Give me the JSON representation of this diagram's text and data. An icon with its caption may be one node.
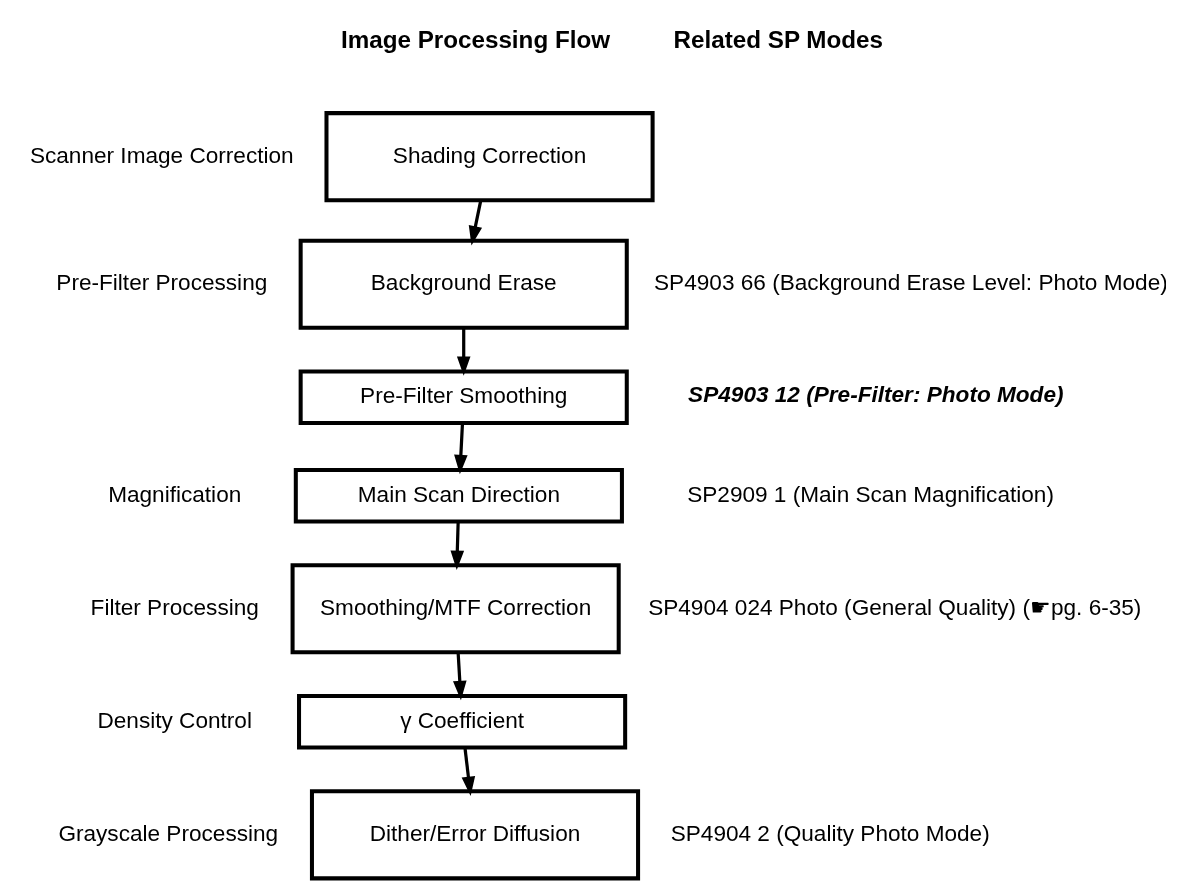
{
  "diagram": {
    "nodes": [
      {
        "text": [
          "Shading Correction"
        ],
        "beside": [
          "Scanner Image Correction"
        ]
      },
      {
        "text": [
          "Background Erase"
        ],
        "beside": [
          "Pre-Filter Processing",
          "SP4903 66 (Background Erase Level: Photo Mode)"
        ]
      },
      {
        "text": [
          "Pre-Filter Smoothing"
        ],
        "beside": [
          "SP4903 12 (Pre-Filter: Photo Mode)"
        ]
      },
      {
        "text": [
          "Main Scan Direction"
        ],
        "beside": [
          "Magnification",
          "SP2909 1 (Main Scan Magnification)"
        ]
      },
      {
        "text": [
          "Smoothing/MTF Correction"
        ],
        "beside": [
          "Filter Processing",
          "SP4904 024 Photo (General Quality) (☛pg. 6-35)"
        ]
      },
      {
        "text": [
          "γ Coefficient"
        ],
        "beside": [
          "Density Control"
        ]
      },
      {
        "text": [
          "Dither/Error Diffusion"
        ],
        "beside": [
          "Grayscale Processing",
          "SP4904 2 (Quality Photo Mode)"
        ]
      }
    ],
    "edges": [
      {
        "from": 0,
        "to": 1,
        "arrow": "to"
      },
      {
        "from": 1,
        "to": 2,
        "arrow": "to"
      },
      {
        "from": 2,
        "to": 3,
        "arrow": "to"
      },
      {
        "from": 3,
        "to": 4,
        "arrow": "to"
      },
      {
        "from": 4,
        "to": 5,
        "arrow": "to"
      },
      {
        "from": 5,
        "to": 6,
        "arrow": "to"
      }
    ],
    "labels": [
      "Image Processing Flow",
      "Related SP Modes"
    ]
  }
}
